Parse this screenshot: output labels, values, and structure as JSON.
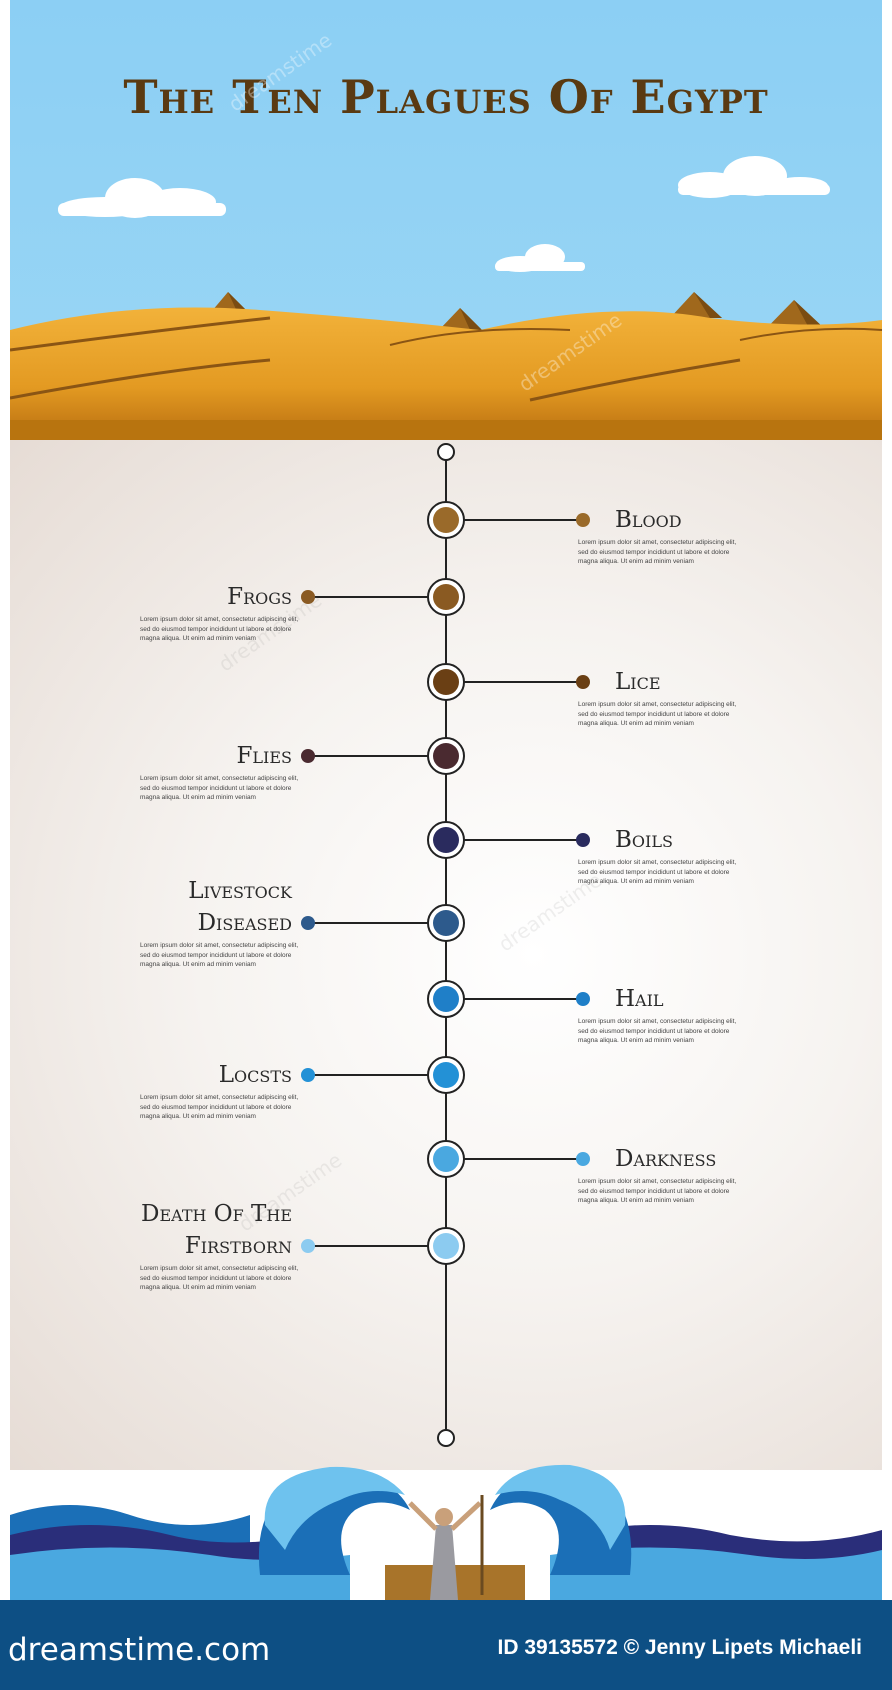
{
  "title": "The Ten Plagues Of Egypt",
  "lorem": "Lorem ipsum dolor sit amet, consectetur adipiscing elit, sed do eiusmod tempor incididunt ut labore et dolore magna aliqua. Ut enim ad minim veniam",
  "plagues": [
    {
      "name": "Blood",
      "side": "right",
      "color": "#9a6a2a"
    },
    {
      "name": "Frogs",
      "side": "left",
      "color": "#8a5a22"
    },
    {
      "name": "Lice",
      "side": "right",
      "color": "#6a3f14"
    },
    {
      "name": "Flies",
      "side": "left",
      "color": "#4a2a30"
    },
    {
      "name": "Boils",
      "side": "right",
      "color": "#2a2b5e"
    },
    {
      "name": "Livestock Diseased",
      "lines": [
        "Livestock",
        "Diseased"
      ],
      "side": "left",
      "color": "#2d5a8c"
    },
    {
      "name": "Hail",
      "side": "right",
      "color": "#1f7fc8"
    },
    {
      "name": "Locsts",
      "side": "left",
      "color": "#2391d6"
    },
    {
      "name": "Darkness",
      "side": "right",
      "color": "#4aa8e0"
    },
    {
      "name": "Death Of The Firstborn",
      "lines": [
        "Death Of The",
        "Firstborn"
      ],
      "side": "left",
      "color": "#8ccbf0"
    }
  ],
  "colors": {
    "sky": "#8ccff2",
    "sand": "#e8a830",
    "line": "#222222",
    "footer": "#0d4f84"
  },
  "footer": {
    "brand": "dreamstime.com",
    "credit": "ID 39135572 © Jenny Lipets Michaeli"
  },
  "watermark": "dreamstime"
}
